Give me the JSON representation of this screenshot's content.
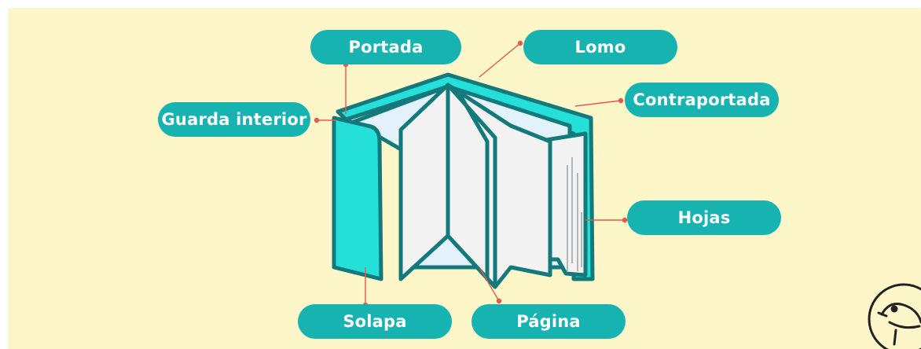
{
  "labels": {
    "portada": "Portada",
    "lomo": "Lomo",
    "contraportada": "Contraportada",
    "guarda_interior": "Guarda interior",
    "hojas": "Hojas",
    "solapa": "Solapa",
    "pagina": "Página"
  },
  "colors": {
    "background": "#fdf6c8",
    "label_fill": "#16b3b0",
    "label_text": "#ffffff",
    "book_outline": "#14797a",
    "book_cover": "#25e0d9",
    "pages": "#f2f2f2",
    "endpaper": "#e3f1fb",
    "leader_line": "#e8584b"
  },
  "logo": {
    "icon": "bird-logo-icon"
  }
}
